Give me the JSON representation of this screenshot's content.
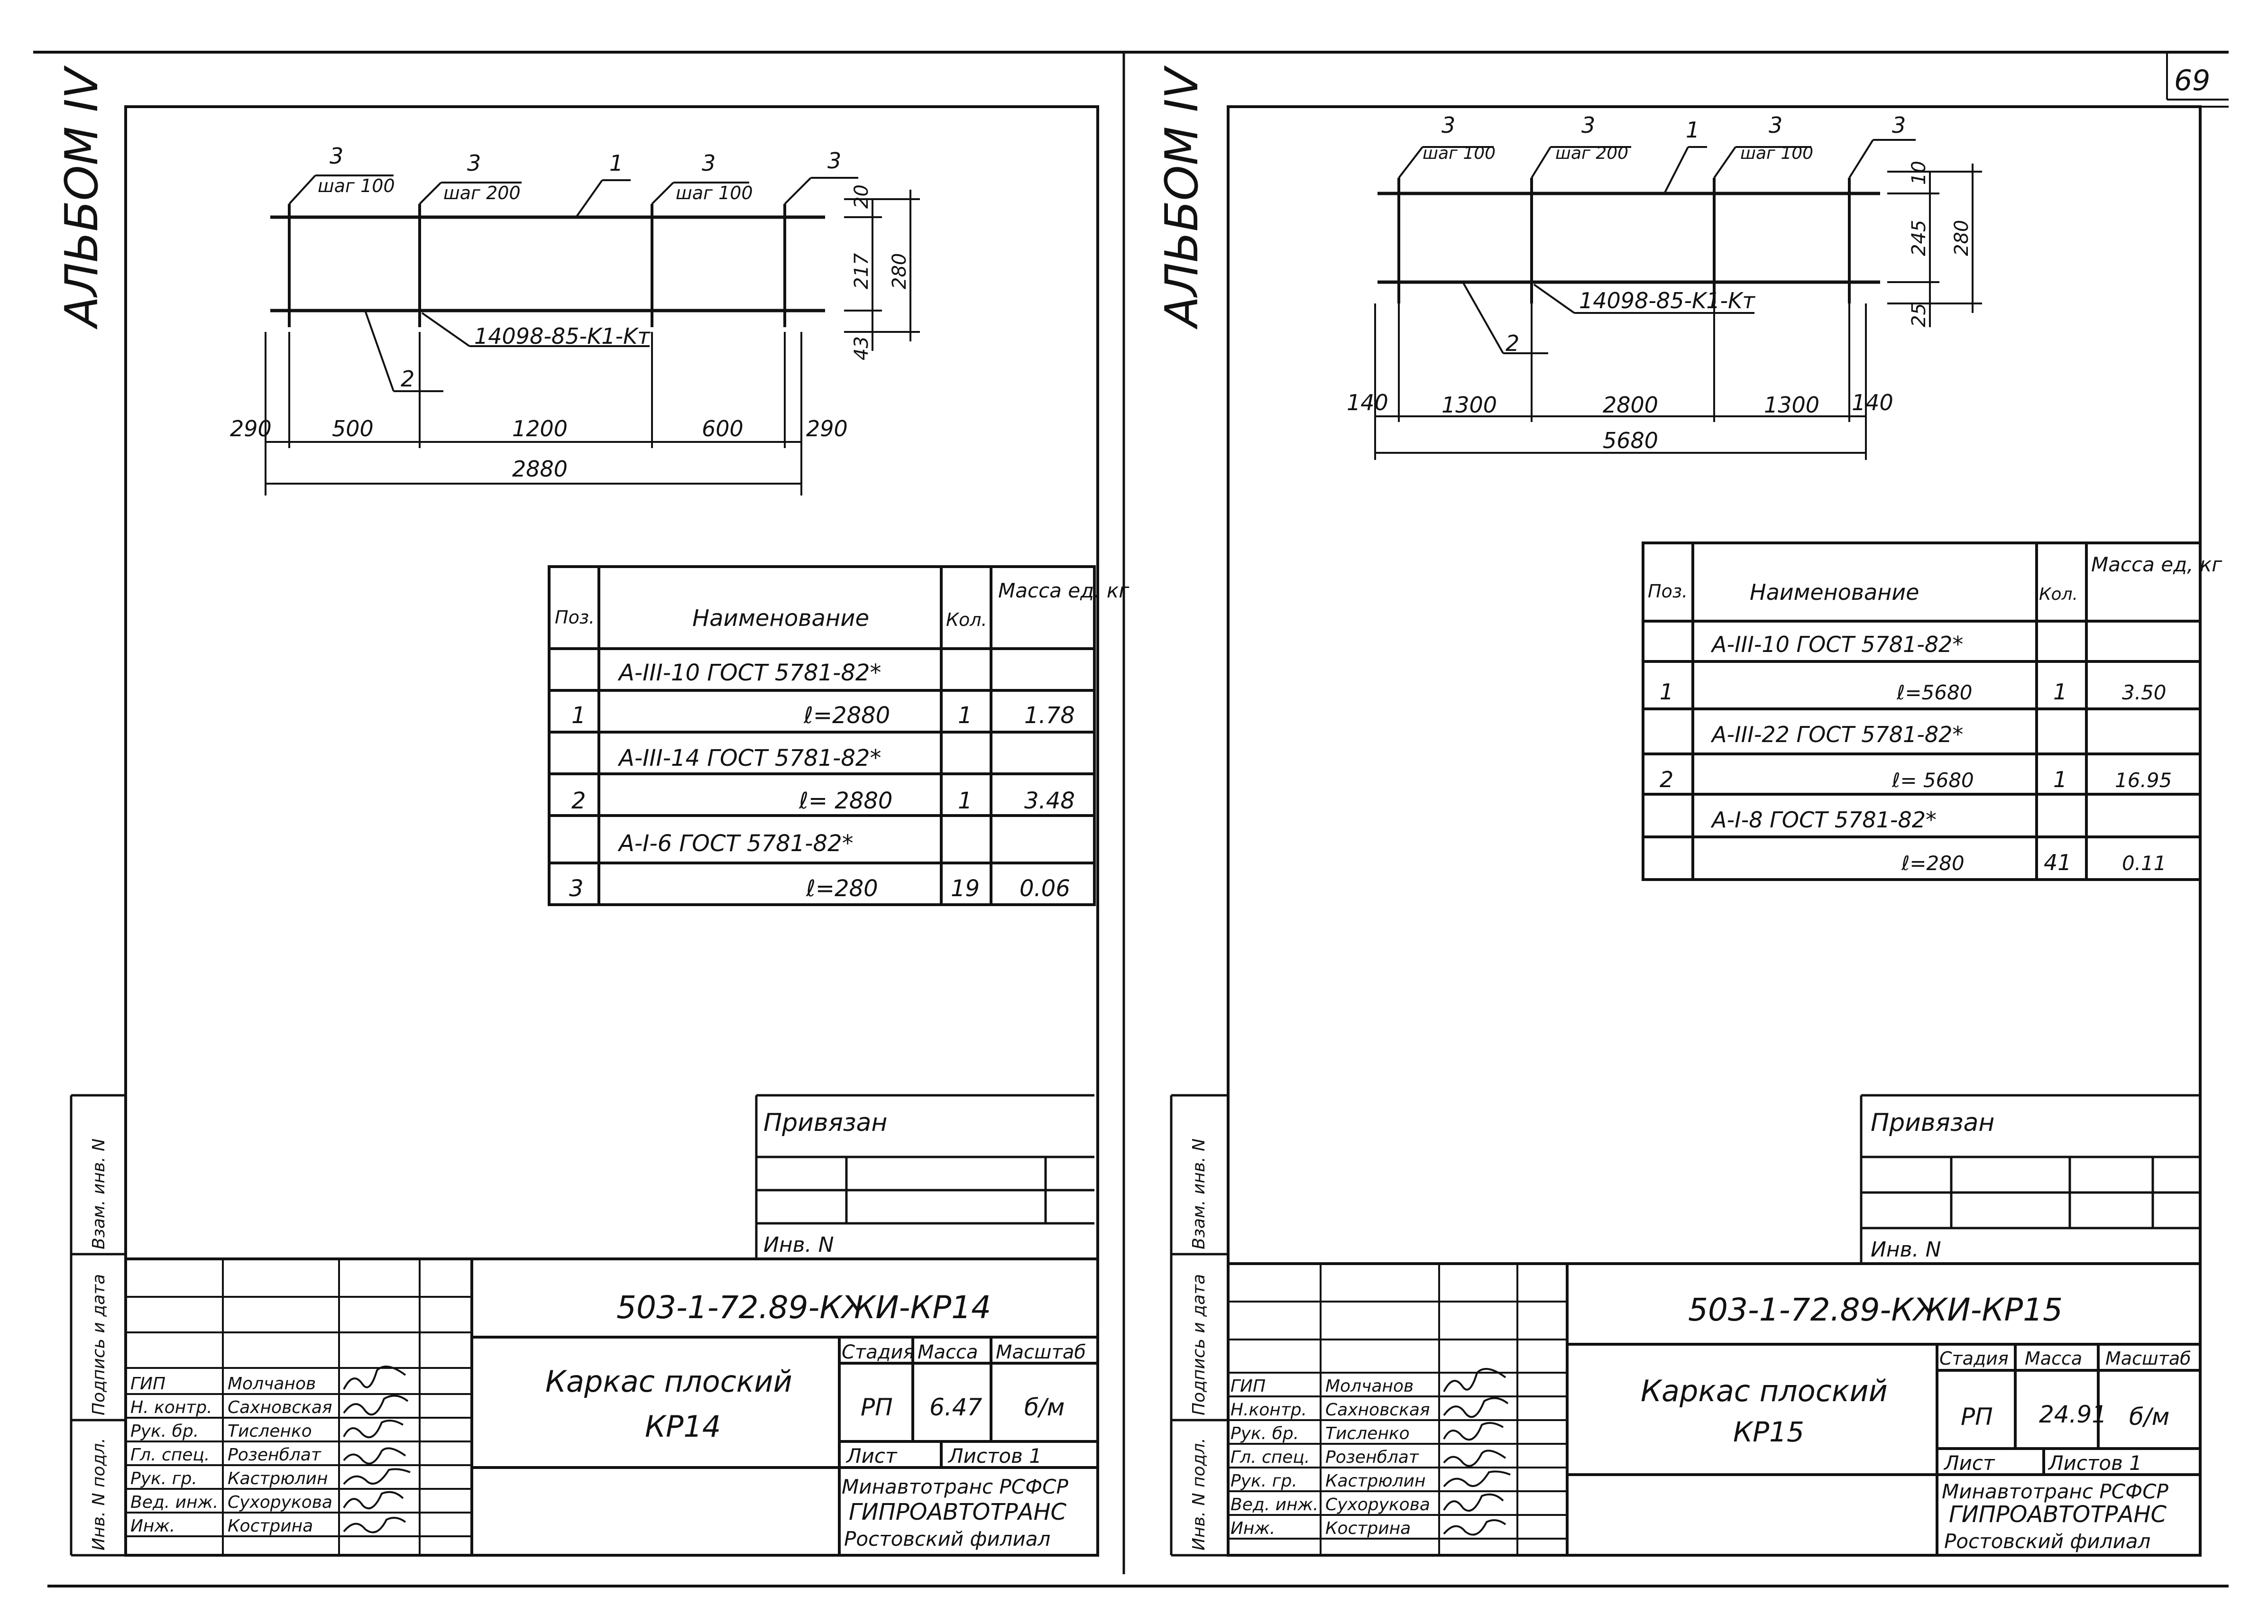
{
  "page_number": "69",
  "left": {
    "album": "АЛЬБОМ IV",
    "drawing": {
      "top_labels": [
        {
          "num": "3",
          "text": "шаг 100"
        },
        {
          "num": "3",
          "text": "шаг 200"
        },
        {
          "num": "1",
          "text": ""
        },
        {
          "num": "3",
          "text": "шаг 100"
        },
        {
          "num": "3",
          "text": ""
        }
      ],
      "bar2": "2",
      "weld": "14098-85-K1-Kт",
      "dims_bottom": [
        "290",
        "500",
        "1200",
        "600",
        "290"
      ],
      "total": "2880",
      "dims_right": [
        "20",
        "217",
        "43"
      ],
      "height": "280"
    },
    "table": {
      "headers": [
        "Поз.",
        "Наименование",
        "Кол.",
        "Масса ед. кг"
      ],
      "rows": [
        {
          "pos": "",
          "name": "А-III-10 ГОСТ 5781-82*",
          "qty": "",
          "mass": ""
        },
        {
          "pos": "1",
          "name": "ℓ=2880",
          "qty": "1",
          "mass": "1.78"
        },
        {
          "pos": "",
          "name": "А-III-14 ГОСТ 5781-82*",
          "qty": "",
          "mass": ""
        },
        {
          "pos": "2",
          "name": "ℓ= 2880",
          "qty": "1",
          "mass": "3.48"
        },
        {
          "pos": "",
          "name": "А-I-6 ГОСТ 5781-82*",
          "qty": "",
          "mass": ""
        },
        {
          "pos": "3",
          "name": "ℓ=280",
          "qty": "19",
          "mass": "0.06"
        }
      ]
    },
    "privyazan": "Привязан",
    "inv_no": "Инв. N",
    "code": "503-1-72.89-КЖИ-КР14",
    "title_line1": "Каркас плоский",
    "title_line2": "КР14",
    "stage_header": [
      "Стадия",
      "Масса",
      "Масштаб"
    ],
    "stage_values": [
      "РП",
      "6.47",
      "б/м"
    ],
    "sheet": "Лист",
    "sheets": "Листов 1",
    "org1": "Минавтотранс РСФСР",
    "org2": "ГИПРОАВТОТРАНС",
    "org3": "Ростовский филиал",
    "staff": [
      {
        "role": "ГИП",
        "name": "Молчанов"
      },
      {
        "role": "Н. контр.",
        "name": "Сахновская"
      },
      {
        "role": "Рук. бр.",
        "name": "Тисленко"
      },
      {
        "role": "Гл. спец.",
        "name": "Розенблат"
      },
      {
        "role": "Рук. гр.",
        "name": "Кастрюлин"
      },
      {
        "role": "Вед. инж.",
        "name": "Сухорукова"
      },
      {
        "role": "Инж.",
        "name": "Кострина"
      }
    ],
    "side_stamp": [
      "Инв. N подл.",
      "Подпись и дата",
      "Взам. инв. N"
    ]
  },
  "right": {
    "album": "АЛЬБОМ IV",
    "drawing": {
      "top_labels": [
        {
          "num": "3",
          "text": "шаг 100"
        },
        {
          "num": "3",
          "text": "шаг 200"
        },
        {
          "num": "1",
          "text": ""
        },
        {
          "num": "3",
          "text": "шаг 100"
        },
        {
          "num": "3",
          "text": ""
        }
      ],
      "bar2": "2",
      "weld": "14098-85-K1-Kт",
      "dims_bottom": [
        "140",
        "1300",
        "2800",
        "1300",
        "140"
      ],
      "total": "5680",
      "dims_right": [
        "10",
        "245",
        "25"
      ],
      "height": "280"
    },
    "table": {
      "headers": [
        "Поз.",
        "Наименование",
        "Кол.",
        "Масса ед, кг"
      ],
      "rows": [
        {
          "pos": "",
          "name": "А-III-10 ГОСТ 5781-82*",
          "qty": "",
          "mass": ""
        },
        {
          "pos": "1",
          "name": "ℓ=5680",
          "qty": "1",
          "mass": "3.50"
        },
        {
          "pos": "",
          "name": "А-III-22 ГОСТ 5781-82*",
          "qty": "",
          "mass": ""
        },
        {
          "pos": "2",
          "name": "ℓ= 5680",
          "qty": "1",
          "mass": "16.95"
        },
        {
          "pos": "",
          "name": "А-I-8 ГОСТ 5781-82*",
          "qty": "",
          "mass": ""
        },
        {
          "pos": "",
          "name": "ℓ=280",
          "qty": "41",
          "mass": "0.11"
        }
      ]
    },
    "privyazan": "Привязан",
    "inv_no": "Инв. N",
    "code": "503-1-72.89-КЖИ-КР15",
    "title_line1": "Каркас плоский",
    "title_line2": "КР15",
    "stage_header": [
      "Стадия",
      "Масса",
      "Масштаб"
    ],
    "stage_values": [
      "РП",
      "24.91",
      "б/м"
    ],
    "sheet": "Лист",
    "sheets": "Листов 1",
    "org1": "Минавтотранс РСФСР",
    "org2": "ГИПРОАВТОТРАНС",
    "org3": "Ростовский филиал",
    "staff": [
      {
        "role": "ГИП",
        "name": "Молчанов"
      },
      {
        "role": "Н.контр.",
        "name": "Сахновская"
      },
      {
        "role": "Рук. бр.",
        "name": "Тисленко"
      },
      {
        "role": "Гл. спец.",
        "name": "Розенблат"
      },
      {
        "role": "Рук. гр.",
        "name": "Кастрюлин"
      },
      {
        "role": "Вед. инж.",
        "name": "Сухорукова"
      },
      {
        "role": "Инж.",
        "name": "Кострина"
      }
    ],
    "side_stamp": [
      "Инв. N подл.",
      "Подпись и дата",
      "Взам. инв. N"
    ]
  }
}
